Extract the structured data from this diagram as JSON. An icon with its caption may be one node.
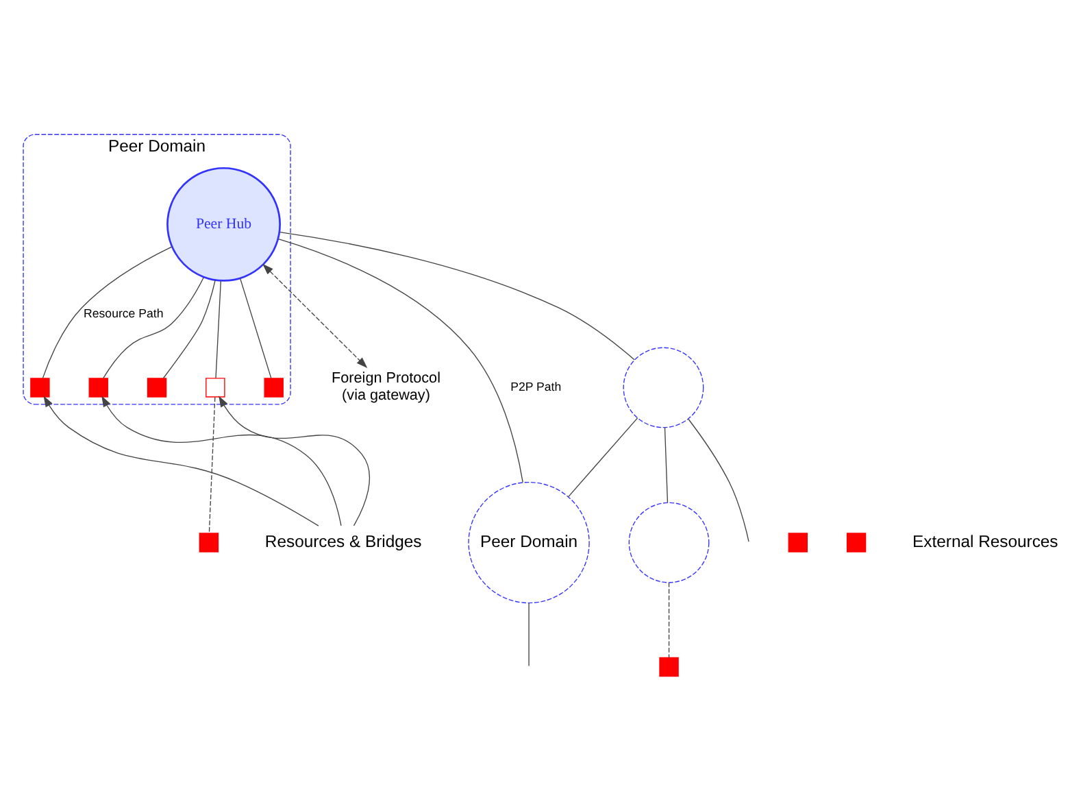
{
  "diagram": {
    "nodes": [
      {
        "text": [
          "Peer Domain"
        ]
      },
      {
        "text": [
          "Peer Hub"
        ],
        "in": 0
      },
      {
        "text": [],
        "shape": "box",
        "in": 0
      },
      {
        "text": [],
        "shape": "box",
        "in": 0
      },
      {
        "text": [],
        "shape": "box",
        "in": 0
      },
      {
        "text": [],
        "shape": "box",
        "in": 0
      },
      {
        "text": [],
        "shape": "box",
        "in": 0
      },
      {
        "text": [
          "Foreign Protocol",
          "(via gateway)"
        ]
      },
      {
        "text": [
          "Peer Domain"
        ]
      },
      {
        "text": [],
        "shape": "circle"
      },
      {
        "text": [
          "Resources & Bridges"
        ]
      },
      {
        "text": [],
        "shape": "box"
      },
      {
        "text": [],
        "shape": "box"
      },
      {
        "text": [],
        "shape": "circle"
      },
      {
        "text": [],
        "shape": "box"
      },
      {
        "text": [],
        "shape": "box"
      }
    ],
    "edges": [
      {
        "from": 1,
        "to": 4,
        "arrow": "none"
      },
      {
        "from": 1,
        "to": 2,
        "arrow": "none",
        "label": "Resource Path"
      },
      {
        "from": 1,
        "to": 3,
        "arrow": "none"
      },
      {
        "from": 1,
        "to": 6,
        "arrow": "none"
      },
      {
        "from": 1,
        "to": 5,
        "arrow": "none"
      },
      {
        "from": 1,
        "to": 7,
        "arrow": "both",
        "style": "dashed"
      },
      {
        "from": 1,
        "to": 8,
        "arrow": "none",
        "label": "P2P Path"
      },
      {
        "from": 1,
        "to": 9,
        "arrow": "none"
      },
      {
        "from": 9,
        "to": 8,
        "arrow": "none"
      },
      {
        "from": 8,
        "to": null,
        "arrow": "none"
      },
      {
        "from": 9,
        "to": null,
        "arrow": "none"
      },
      {
        "from": 9,
        "to": 13,
        "arrow": "none"
      },
      {
        "from": 13,
        "to": 14,
        "arrow": "none",
        "style": "dashed"
      },
      {
        "from": 5,
        "to": 11,
        "arrow": "none",
        "style": "dashed"
      },
      {
        "from": 10,
        "to": 2,
        "arrow": "to"
      },
      {
        "from": 10,
        "to": 3,
        "arrow": "to"
      },
      {
        "from": 10,
        "to": 5,
        "arrow": "to"
      }
    ],
    "labels": [
      "External Resources"
    ]
  }
}
